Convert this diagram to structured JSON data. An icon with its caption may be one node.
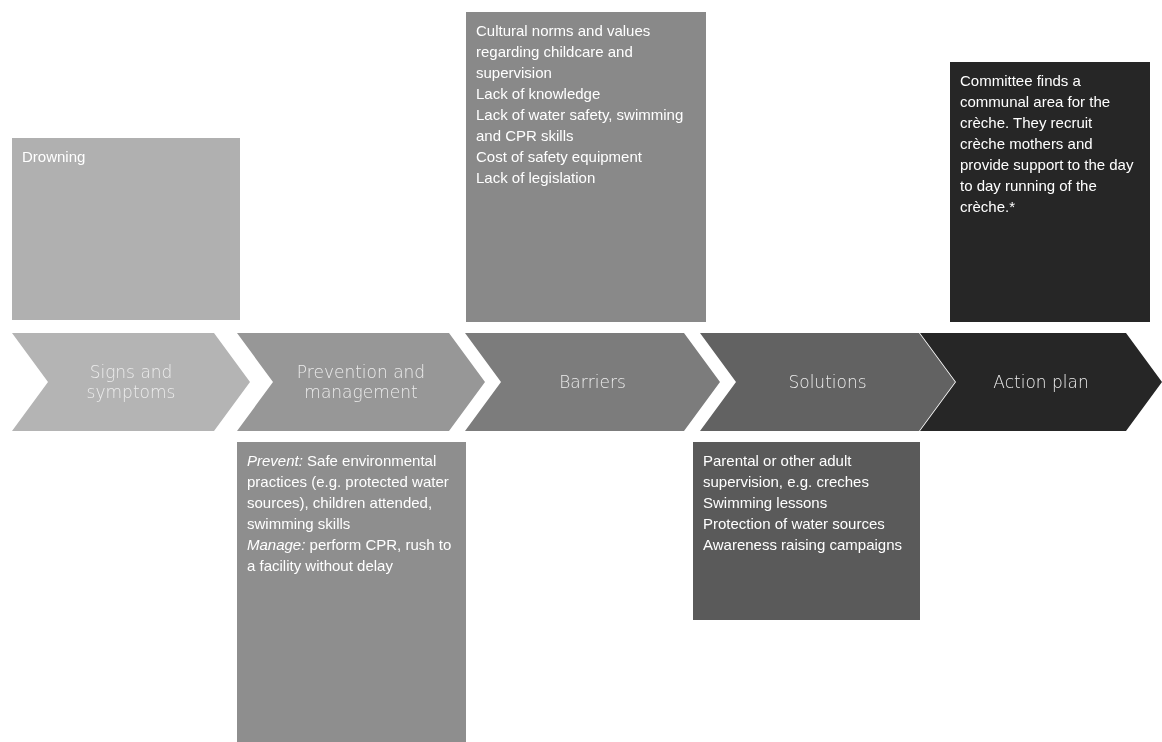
{
  "diagram": {
    "nodes": [
      {
        "text": [
          "Drowning"
        ]
      },
      {
        "text": [
          "Cultural norms and values regarding childcare and supervision",
          "Lack of knowledge",
          "Lack of water safety, swimming and CPR skills",
          "Cost of safety equipment",
          "Lack of legislation"
        ]
      },
      {
        "text": [
          "Committee finds a communal area for the crèche. They recruit crèche mothers and provide support to the day to day running of the crèche.*"
        ]
      },
      {
        "text": [
          "Signs and symptoms"
        ]
      },
      {
        "text": [
          "Prevention and management"
        ]
      },
      {
        "text": [
          "Barriers"
        ]
      },
      {
        "text": [
          "Solutions"
        ]
      },
      {
        "text": [
          "Action plan"
        ]
      },
      {
        "text": [
          "*Prevent:* Safe environmental practices (e.g. protected water sources), children attended, swimming skills",
          "*Manage:* perform CPR, rush to a facility without delay"
        ]
      },
      {
        "text": [
          "Parental or other adult supervision, e.g. creches",
          "Swimming lessons",
          "Protection of water sources",
          "Awareness raising campaigns"
        ]
      }
    ],
    "edges": []
  }
}
